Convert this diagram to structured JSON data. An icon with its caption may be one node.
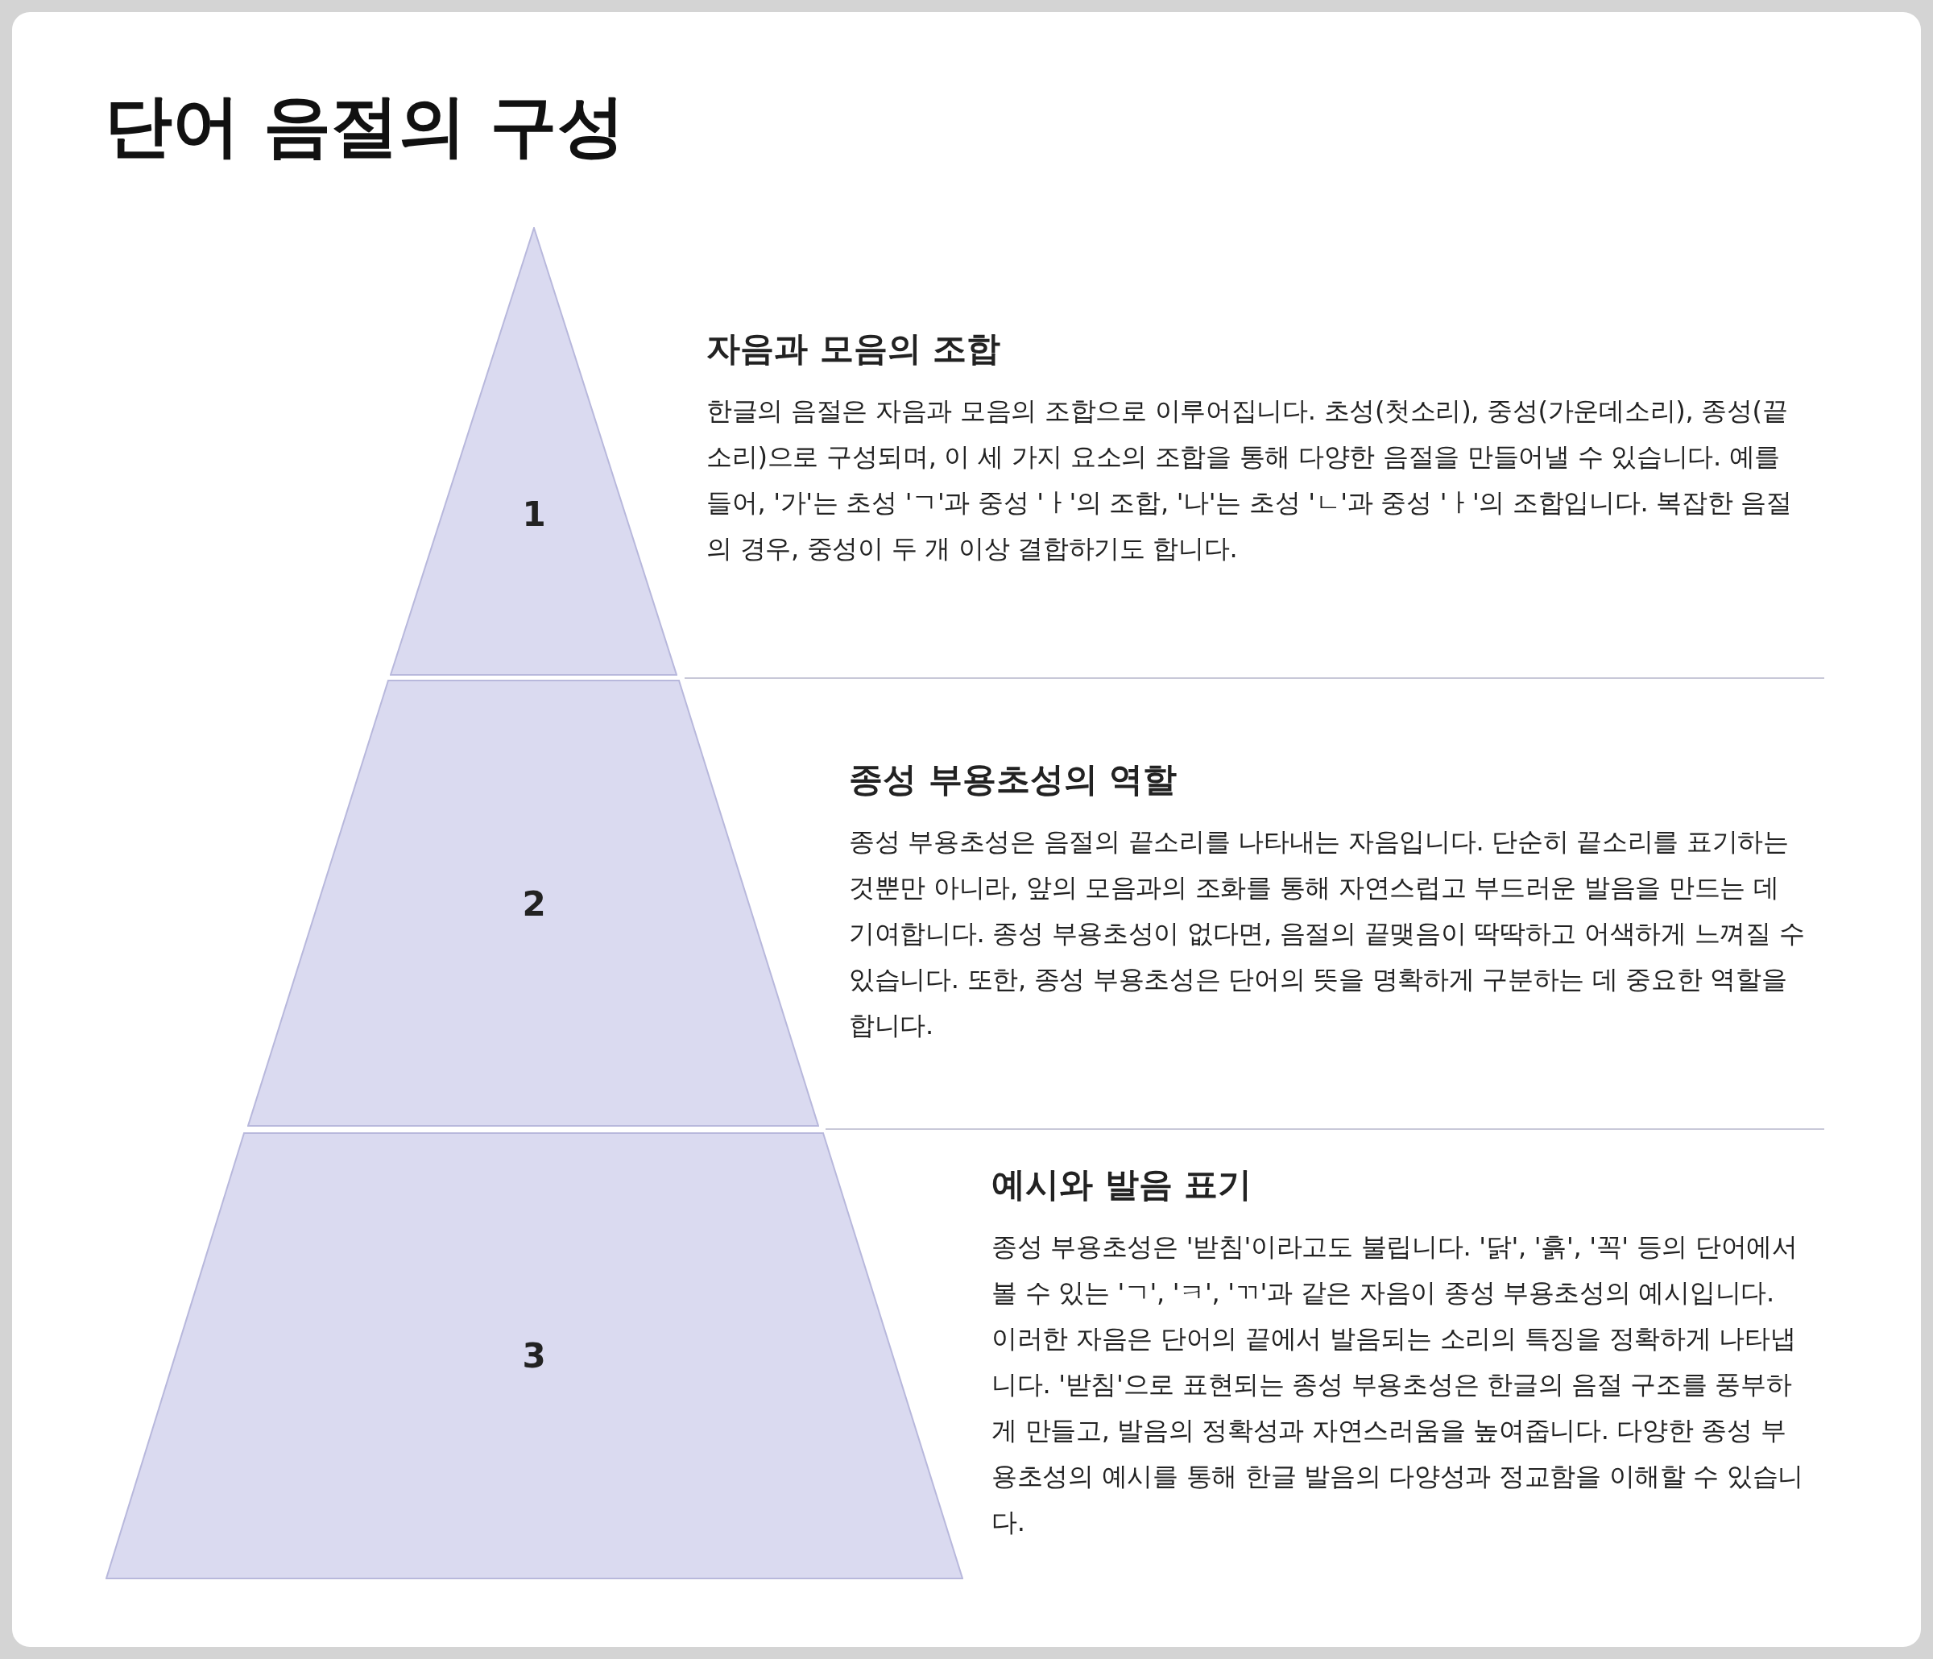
{
  "diagram": {
    "title": "단어 음절의 구성",
    "nodes": [
      {
        "text": [
          "1"
        ],
        "beside": [
          "자음과 모음의 조합",
          "한글의 음절은 자음과 모음의 조합으로 이루어집니다. 초성(첫소리), 중성(가운데소리), 종성(끝소리)으로 구성되며, 이 세 가지 요소의 조합을 통해 다양한 음절을 만들어낼 수 있습니다. 예를 들어, '가'는 초성 'ㄱ'과 중성 'ㅏ'의 조합, '나'는 초성 'ㄴ'과 중성 'ㅏ'의 조합입니다. 복잡한 음절의 경우, 중성이 두 개 이상 결합하기도 합니다."
        ]
      },
      {
        "text": [
          "2"
        ],
        "beside": [
          "종성 부용초성의 역할",
          "종성 부용초성은 음절의 끝소리를 나타내는 자음입니다. 단순히 끝소리를 표기하는 것뿐만 아니라, 앞의 모음과의 조화를 통해 자연스럽고 부드러운 발음을 만드는 데 기여합니다. 종성 부용초성이 없다면, 음절의 끝맺음이 딱딱하고 어색하게 느껴질 수 있습니다. 또한, 종성 부용초성은 단어의 뜻을 명확하게 구분하는 데 중요한 역할을 합니다."
        ]
      },
      {
        "text": [
          "3"
        ],
        "beside": [
          "예시와 발음 표기",
          "종성 부용초성은 '받침'이라고도 불립니다. '닭', '흙', '꼭' 등의 단어에서 볼 수 있는 'ㄱ', 'ㅋ', 'ㄲ'과 같은 자음이 종성 부용초성의 예시입니다. 이러한 자음은 단어의 끝에서 발음되는 소리의 특징을 정확하게 나타냅니다. '받침'으로 표현되는 종성 부용초성은 한글의 음절 구조를 풍부하게 만들고, 발음의 정확성과 자연스러움을 높여줍니다. 다양한 종성 부용초성의 예시를 통해 한글 발음의 다양성과 정교함을 이해할 수 있습니다."
        ]
      }
    ]
  }
}
